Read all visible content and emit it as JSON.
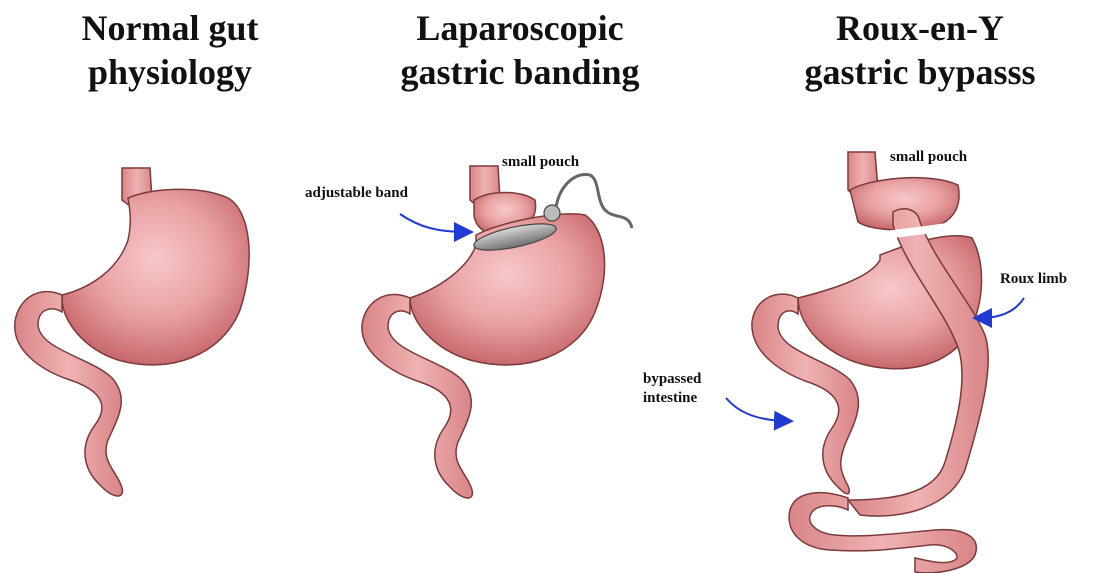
{
  "panels": [
    {
      "title": "Normal gut\nphysiology"
    },
    {
      "title": "Laparoscopic\ngastric banding",
      "labels": {
        "band": "adjustable band",
        "pouch": "small pouch"
      }
    },
    {
      "title": "Roux-en-Y\ngastric bypasss",
      "labels": {
        "pouch": "small pouch",
        "roux": "Roux limb",
        "bypassed": "bypassed\nintestine"
      }
    }
  ],
  "colors": {
    "tissue": "#e8a3a4",
    "tissue_edge": "#7a3a3c",
    "band": "#9a9a9a",
    "arrow": "#1f3bd1"
  }
}
